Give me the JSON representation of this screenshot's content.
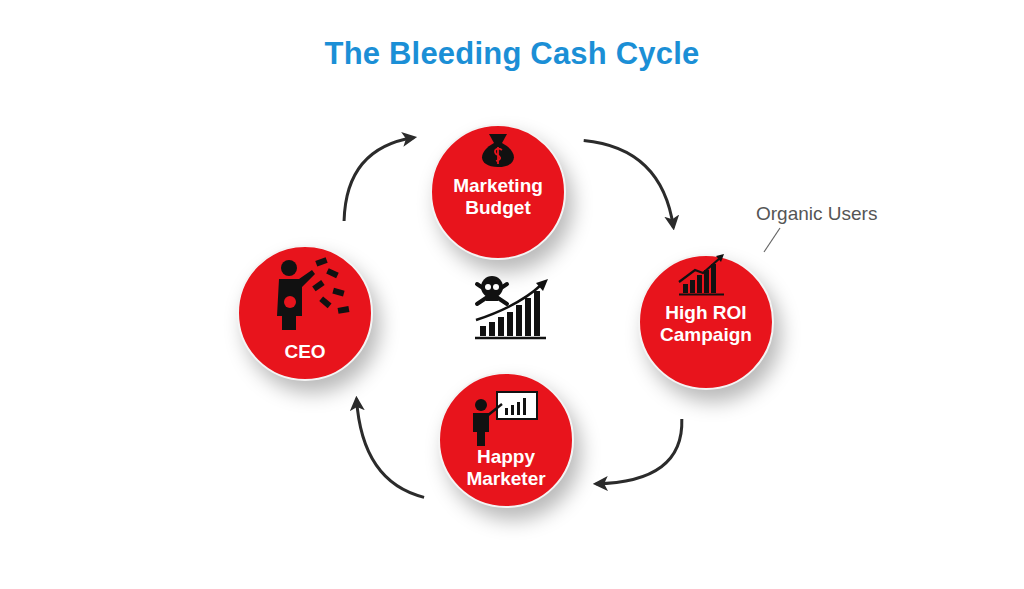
{
  "diagram": {
    "title": "The Bleeding Cash Cycle",
    "nodes": [
      {
        "text": [
          "Marketing Budget"
        ]
      },
      {
        "text": [
          "High ROI Campaign"
        ]
      },
      {
        "text": [
          "Happy Marketer"
        ]
      },
      {
        "text": [
          "CEO"
        ]
      }
    ],
    "edges": [
      {
        "from": 0,
        "to": 1,
        "arrow": "to"
      },
      {
        "from": 1,
        "to": 2,
        "arrow": "to"
      },
      {
        "from": 2,
        "to": 3,
        "arrow": "to"
      },
      {
        "from": 3,
        "to": 0,
        "arrow": "to"
      }
    ],
    "labels": [
      "Organic Users"
    ]
  }
}
